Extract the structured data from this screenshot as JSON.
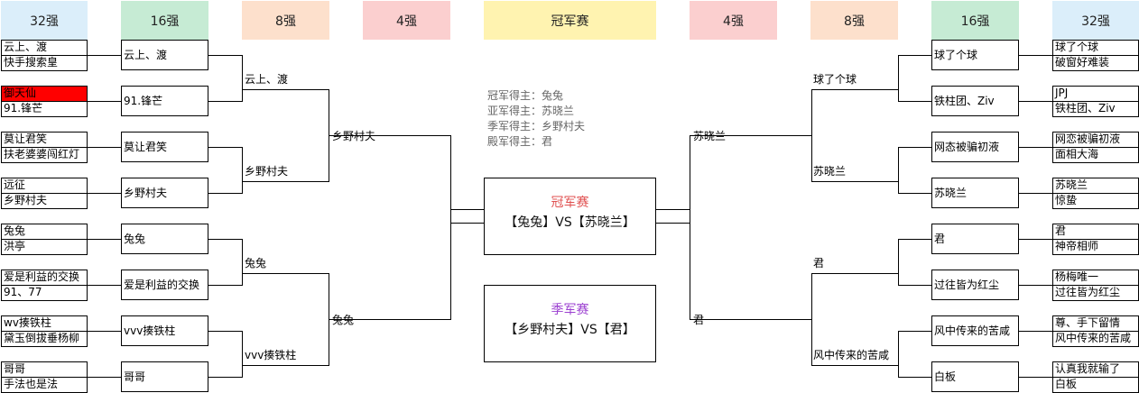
{
  "colors": {
    "r32_header": "#dbeefa",
    "r16_header": "#c6ebd4",
    "r8_header": "#fde0cc",
    "r4_header": "#fbcfcf",
    "final_header": "#fff3b0",
    "eliminated_highlight": "#ff0000",
    "final_title": "#e05050",
    "third_place_title": "#9b3fd0"
  },
  "headers": {
    "left_r32": "32强",
    "left_r16": "16强",
    "left_r8": "8强",
    "left_r4": "4强",
    "final": "冠军赛",
    "right_r4": "4强",
    "right_r8": "8强",
    "right_r16": "16强",
    "right_r32": "32强"
  },
  "left": {
    "r32": [
      [
        "云上、渡",
        "快手搜索皇"
      ],
      [
        "御天仙",
        "91.锋芒"
      ],
      [
        "莫让君笑",
        "扶老婆婆闯红灯"
      ],
      [
        "远征",
        "乡野村夫"
      ],
      [
        "兔兔",
        "洪亭"
      ],
      [
        "爱是利益的交换",
        "91、77"
      ],
      [
        "wv揍铁柱",
        "黛玉倒拔垂杨柳"
      ],
      [
        "哥哥",
        "手法也是法"
      ]
    ],
    "r16": [
      "云上、渡",
      "91.锋芒",
      "莫让君笑",
      "乡野村夫",
      "兔兔",
      "爱是利益的交换",
      "vvv揍铁柱",
      "哥哥"
    ],
    "r8": [
      "云上、渡",
      "乡野村夫",
      "兔兔",
      "vvv揍铁柱"
    ],
    "r4": [
      "乡野村夫",
      "兔兔"
    ]
  },
  "right": {
    "r32": [
      [
        "球了个球",
        "破窗好难装"
      ],
      [
        "JPJ",
        "铁柱团、Ziv"
      ],
      [
        "网恋被骗初液",
        "面相大海"
      ],
      [
        "苏晓兰",
        "惊蛰"
      ],
      [
        "君",
        "神帝相师"
      ],
      [
        "杨梅唯一",
        "过往皆为红尘"
      ],
      [
        "尊、手下留情",
        "风中传来的苦咸"
      ],
      [
        "认真我就输了",
        "白板"
      ]
    ],
    "r16": [
      "球了个球",
      "铁柱团、Ziv",
      "网态被骗初液",
      "苏晓兰",
      "君",
      "过往皆为红尘",
      "风中传来的苦咸",
      "白板"
    ],
    "r8": [
      "球了个球",
      "苏晓兰",
      "君",
      "风中传来的苦咸"
    ],
    "r4": [
      "苏晓兰",
      "君"
    ]
  },
  "winners": {
    "champion": "冠军得主：兔兔",
    "runner_up": "亚军得主：苏晓兰",
    "third": "季军得主：乡野村夫",
    "fourth": "殿军得主：君"
  },
  "final_box": {
    "title": "冠军赛",
    "match": "【兔兔】VS【苏晓兰】"
  },
  "third_box": {
    "title": "季军赛",
    "match": "【乡野村夫】VS【君】"
  }
}
